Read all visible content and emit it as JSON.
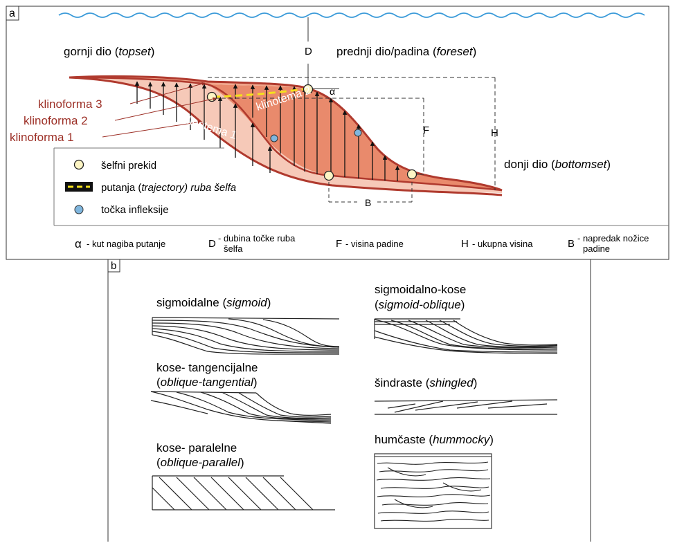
{
  "panel_a": {
    "tag": "a",
    "zones": {
      "topset": {
        "label": "gornji dio (",
        "term": "topset",
        "close": ")"
      },
      "foreset": {
        "label": "prednji dio/padina (",
        "term": "foreset",
        "close": ")"
      },
      "bottomset": {
        "label": "donji dio (",
        "term": "bottomset",
        "close": ")"
      }
    },
    "clinoforms": [
      "klinoforma 3",
      "klinoforma 2",
      "klinoforma 1"
    ],
    "clinothems": [
      "klinotema 1",
      "klinotema 2"
    ],
    "measures": {
      "D": "D",
      "F": "F",
      "H": "H",
      "B": "B",
      "alpha": "α"
    },
    "legend": {
      "shelf_break": "šelfni prekid",
      "trajectory_pre": "putanja (",
      "trajectory_term": "trajectory",
      "trajectory_post": ") ruba šelfa",
      "inflection": "točka infleksije"
    },
    "key": {
      "alpha": {
        "symbol": "α",
        "text": "- kut nagiba putanje"
      },
      "D": {
        "symbol": "D",
        "text_1": "- dubina točke ruba",
        "text_2": "šelfa"
      },
      "F": {
        "symbol": "F",
        "text": "- visina padine"
      },
      "H": {
        "symbol": "H",
        "text": "- ukupna visina"
      },
      "B": {
        "symbol": "B",
        "text_1": "- napredak nožice",
        "text_2": "padine"
      }
    },
    "colors": {
      "clinoform_line": "#b03a2e",
      "clinothem_1_fill": "#f6c9b8",
      "clinothem_2_fill": "#e98a6c",
      "water": "#3a9ad9",
      "shelf_break": "#fdf5c4",
      "inflection": "#7fb6de",
      "trajectory": "#f5e11c"
    }
  },
  "panel_b": {
    "tag": "b",
    "patterns": {
      "sigmoid": {
        "label": "sigmoidalne (",
        "term": "sigmoid",
        "close": ")"
      },
      "sigmoid_oblique": {
        "label_1": "sigmoidalno-kose",
        "open": "(",
        "term": "sigmoid-oblique",
        "close": ")"
      },
      "oblique_tangential": {
        "label_1": "kose- tangencijalne",
        "open": "(",
        "term": "oblique-tangential",
        "close": ")"
      },
      "shingled": {
        "label": "šindraste (",
        "term": "shingled",
        "close": ")"
      },
      "oblique_parallel": {
        "label_1": "kose- paralelne",
        "open": "(",
        "term": "oblique-parallel",
        "close": ")"
      },
      "hummocky": {
        "label": "humčaste (",
        "term": "hummocky",
        "close": ")"
      }
    }
  }
}
